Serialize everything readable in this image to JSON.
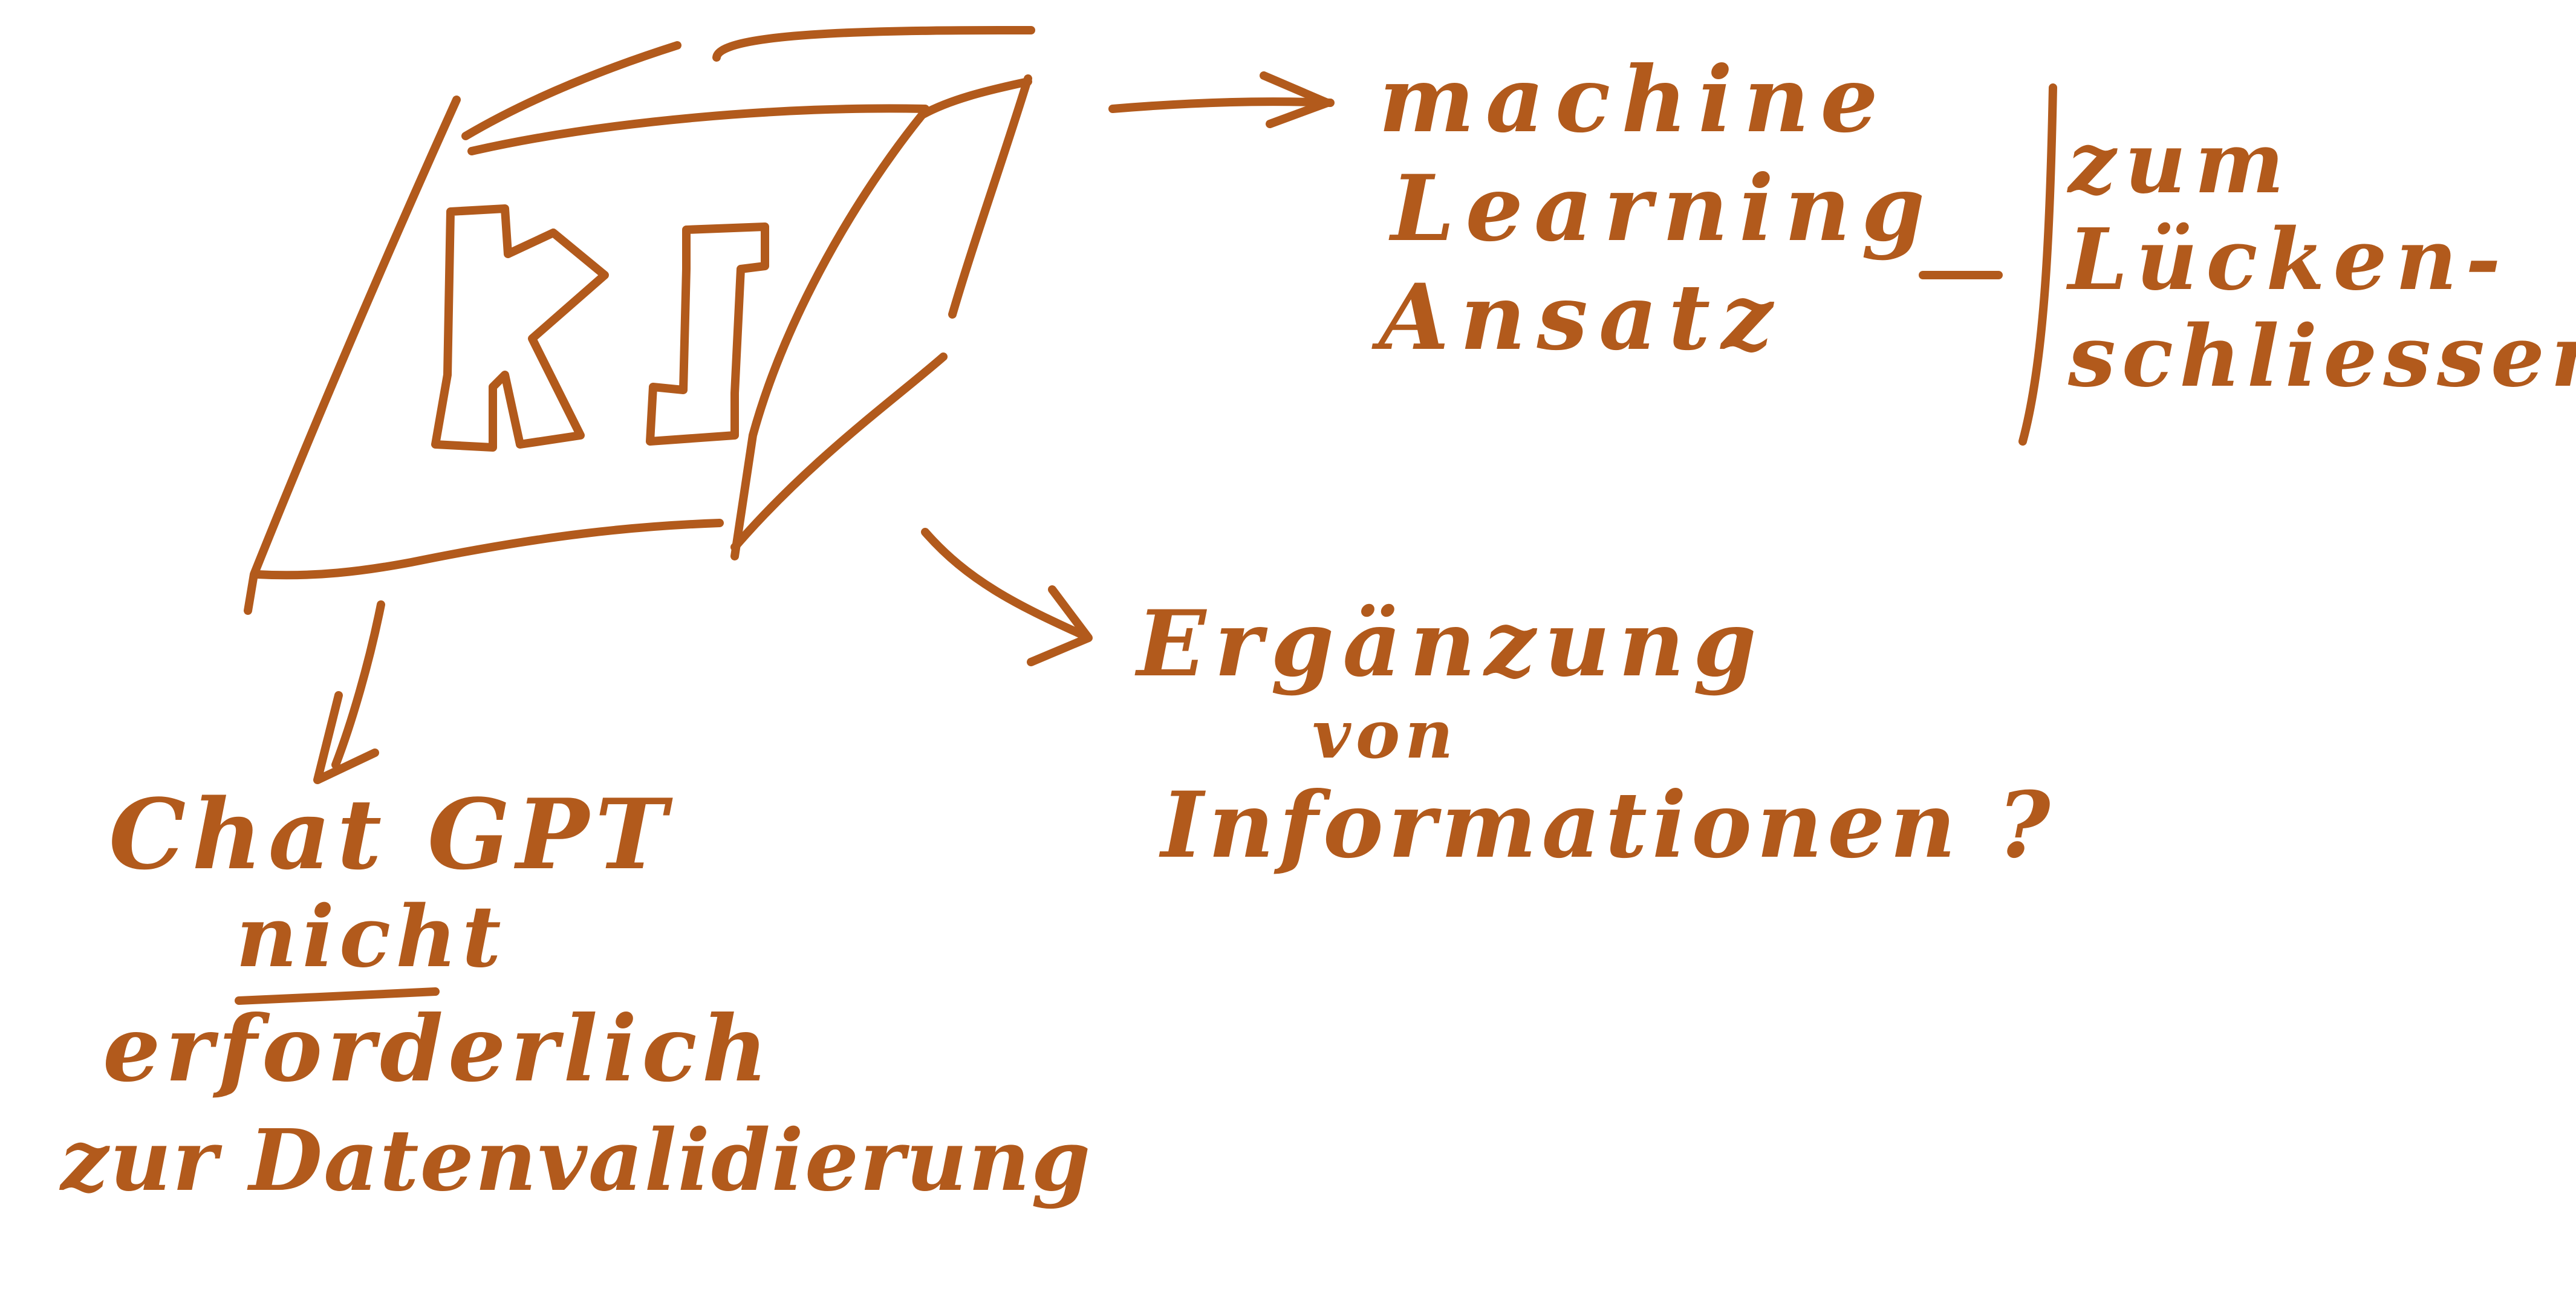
{
  "colors": {
    "ink": "#b25a1c",
    "background": "#ffffff"
  },
  "center": {
    "logo_text": "KI"
  },
  "branch_right_top": {
    "lines": [
      "machine",
      "Learning",
      "Ansatz"
    ]
  },
  "branch_far_right": {
    "lines": [
      "zum",
      "Lücken-",
      "schliessen"
    ]
  },
  "branch_right_bottom": {
    "lines": [
      "Ergänzung",
      "von",
      "Informationen ?"
    ]
  },
  "branch_left_bottom": {
    "lines": [
      "Chat GPT",
      "nicht",
      "erforderlich",
      "zur Datenvalidierung"
    ]
  }
}
